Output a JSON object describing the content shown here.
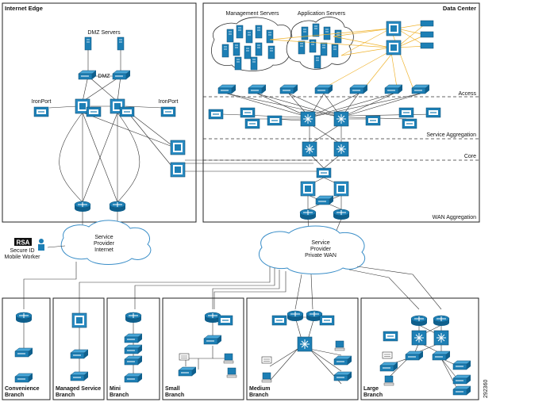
{
  "regions": {
    "internet_edge": "Internet Edge",
    "data_center": "Data Center"
  },
  "labels": {
    "dmz_servers": "DMZ Servers",
    "dmz": "DMZ",
    "ironport": "IronPort",
    "management_servers": "Management Servers",
    "application_servers": "Application Servers"
  },
  "layers": {
    "access": "Access",
    "service_aggregation": "Service Aggregation",
    "core": "Core",
    "wan_aggregation": "WAN Aggregation"
  },
  "clouds": {
    "internet": [
      "Service",
      "Provider",
      "Internet"
    ],
    "private_wan": [
      "Service",
      "Provider",
      "Private WAN"
    ]
  },
  "mobile_worker": {
    "logo": "RSA",
    "lines": [
      "Secure ID",
      "Mobile Worker"
    ]
  },
  "branches": [
    {
      "line1": "Convenience",
      "line2": "Branch"
    },
    {
      "line1": "Managed Service",
      "line2": "Branch"
    },
    {
      "line1": "Mini",
      "line2": "Branch"
    },
    {
      "line1": "Small",
      "line2": "Branch"
    },
    {
      "line1": "Medium",
      "line2": "Branch"
    },
    {
      "line1": "Large",
      "line2": "Branch"
    }
  ],
  "figure_id": "292360",
  "colors": {
    "device": "#1d7fb5",
    "device_dark": "#0f5f8c",
    "frame": "#222222",
    "dc_link": "#f0b430",
    "cloud_stroke": "#3a8ec8"
  }
}
